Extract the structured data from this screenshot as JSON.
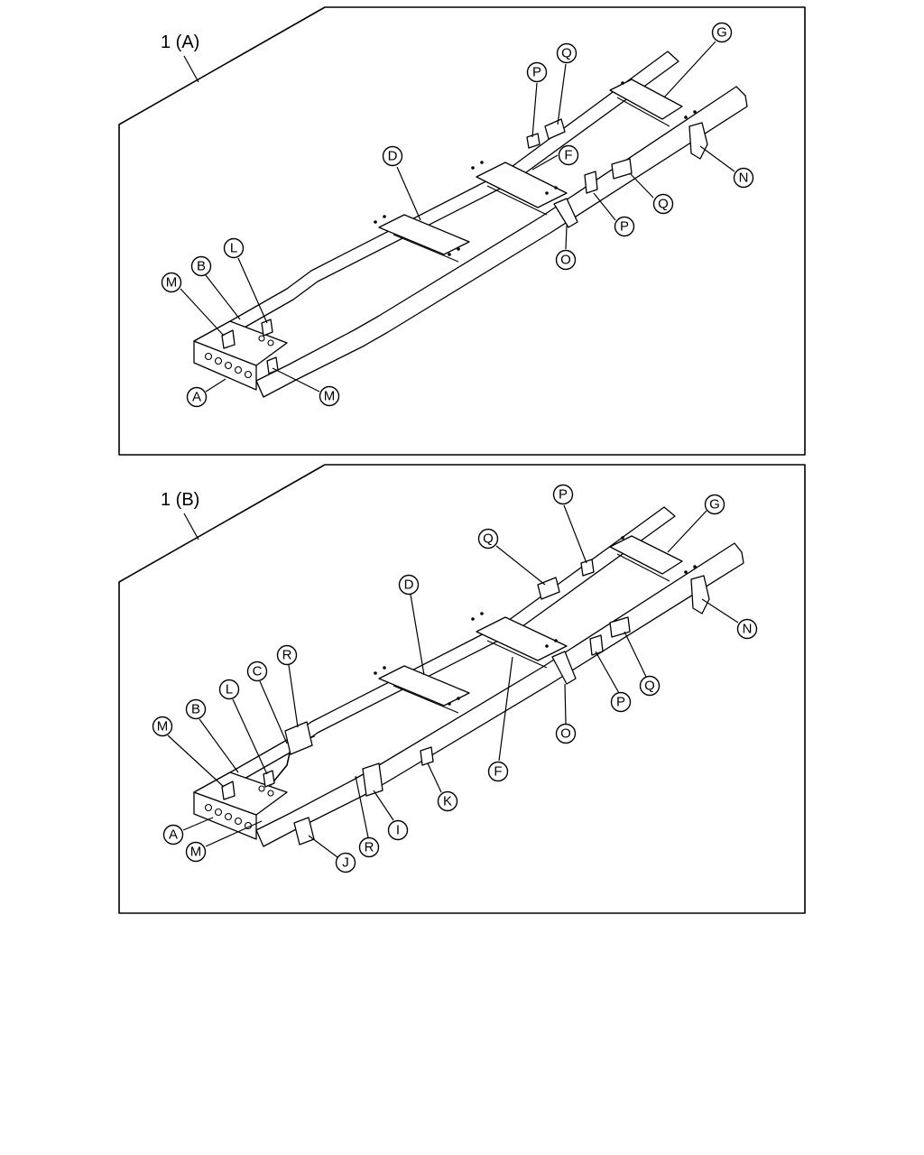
{
  "panels": [
    {
      "id": "A",
      "title": "1 (A)",
      "callouts": [
        {
          "label": "G"
        },
        {
          "label": "Q"
        },
        {
          "label": "P"
        },
        {
          "label": "F"
        },
        {
          "label": "D"
        },
        {
          "label": "N"
        },
        {
          "label": "Q"
        },
        {
          "label": "P"
        },
        {
          "label": "O"
        },
        {
          "label": "L"
        },
        {
          "label": "B"
        },
        {
          "label": "M"
        },
        {
          "label": "M"
        },
        {
          "label": "A"
        }
      ]
    },
    {
      "id": "B",
      "title": "1 (B)",
      "callouts": [
        {
          "label": "P"
        },
        {
          "label": "G"
        },
        {
          "label": "Q"
        },
        {
          "label": "D"
        },
        {
          "label": "N"
        },
        {
          "label": "R"
        },
        {
          "label": "C"
        },
        {
          "label": "L"
        },
        {
          "label": "B"
        },
        {
          "label": "M"
        },
        {
          "label": "Q"
        },
        {
          "label": "P"
        },
        {
          "label": "O"
        },
        {
          "label": "F"
        },
        {
          "label": "K"
        },
        {
          "label": "I"
        },
        {
          "label": "R"
        },
        {
          "label": "J"
        },
        {
          "label": "A"
        },
        {
          "label": "M"
        }
      ]
    }
  ]
}
